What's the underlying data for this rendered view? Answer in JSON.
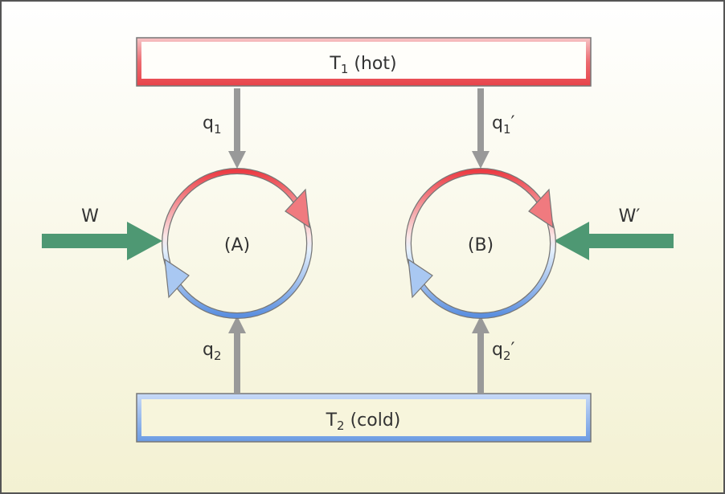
{
  "hot_reservoir": {
    "symbol": "T",
    "sub": "1",
    "label": " (hot)"
  },
  "cold_reservoir": {
    "symbol": "T",
    "sub": "2",
    "label": " (cold)"
  },
  "engine_a": {
    "label": "(A)",
    "q_hot": {
      "sym": "q",
      "sub": "1",
      "prime": ""
    },
    "q_cold": {
      "sym": "q",
      "sub": "2",
      "prime": ""
    },
    "work": "W"
  },
  "engine_b": {
    "label": "(B)",
    "q_hot": {
      "sym": "q",
      "sub": "1",
      "prime": "′"
    },
    "q_cold": {
      "sym": "q",
      "sub": "2",
      "prime": "′"
    },
    "work": "W′"
  },
  "colors": {
    "hot": "#e8434a",
    "cold": "#5b8fe0",
    "work": "#4e9873",
    "heat_arrow": "#999999"
  }
}
